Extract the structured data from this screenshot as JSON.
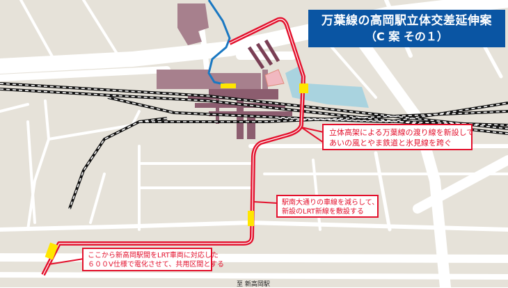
{
  "title": {
    "line1": "万葉線の高岡駅立体交差延伸案",
    "line2": "（C 案 その１）"
  },
  "callouts": [
    {
      "line1": "立体高架による万葉線の渡り線を新設して",
      "line2": "あいの風とやま鉄道と氷見線を跨ぐ"
    },
    {
      "line1": "駅南大通りの車線を減らして、",
      "line2": "新設のLRT新線を敷設する"
    },
    {
      "line1": "ここから新高岡駅間をLRT車両に対応した",
      "line2": "６００V仕様で電化させて、共用区間とする"
    }
  ],
  "bottom_label": "至 新高岡駅",
  "colors": {
    "route": "#e3102c",
    "existing_line": "#1a78c2",
    "station": "#a7808d",
    "title_bg": "#0a55a3",
    "stop": "#ffe600",
    "water": "#a9d3df",
    "ground": "#e6e2d9"
  }
}
